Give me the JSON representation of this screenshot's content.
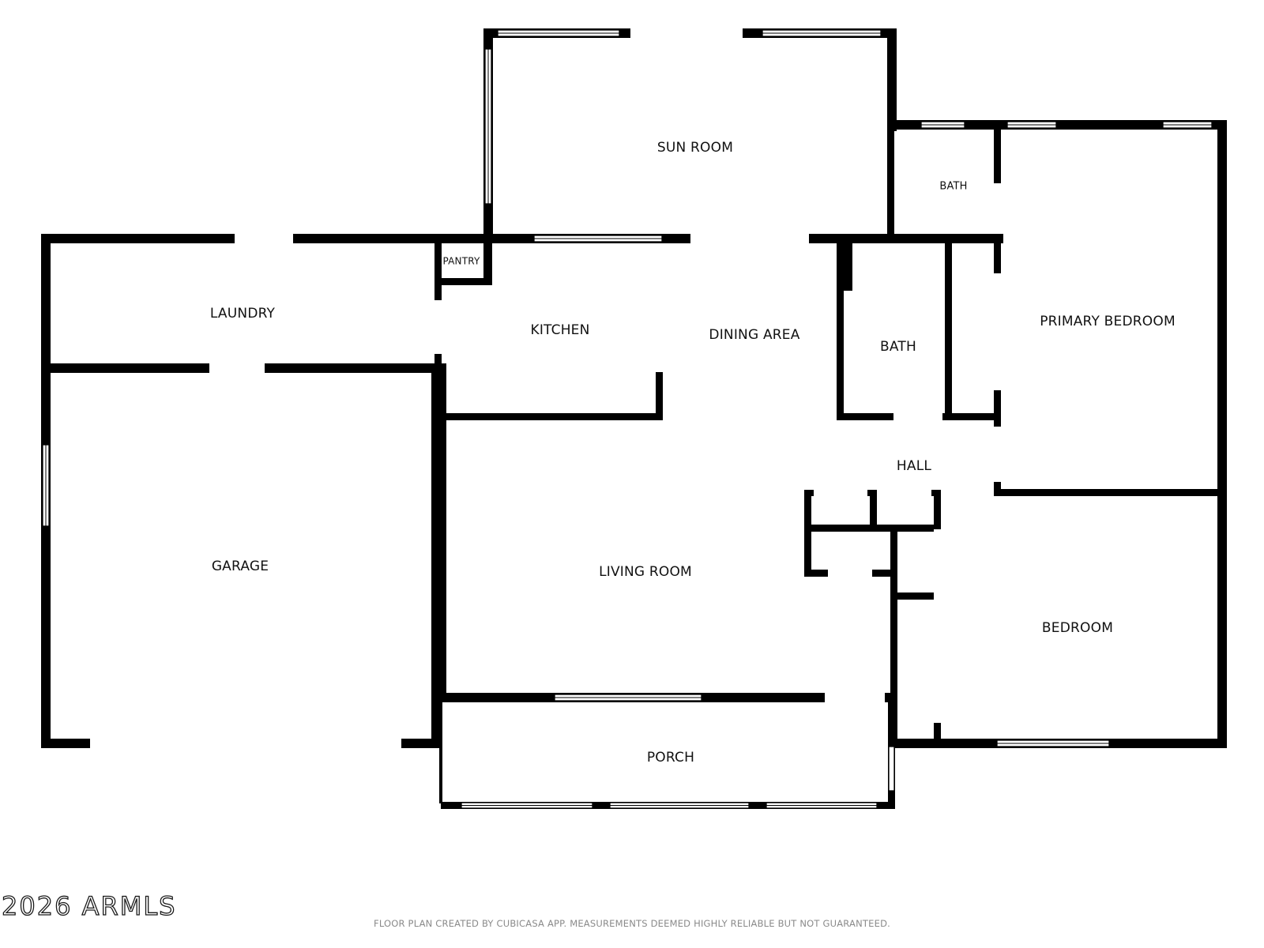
{
  "plan": {
    "rooms": [
      {
        "id": "sun-room",
        "label": "SUN ROOM"
      },
      {
        "id": "bath-upper",
        "label": "BATH"
      },
      {
        "id": "pantry",
        "label": "PANTRY"
      },
      {
        "id": "laundry",
        "label": "LAUNDRY"
      },
      {
        "id": "kitchen",
        "label": "KITCHEN"
      },
      {
        "id": "dining-area",
        "label": "DINING AREA"
      },
      {
        "id": "bath",
        "label": "BATH"
      },
      {
        "id": "primary-bedroom",
        "label": "PRIMARY BEDROOM"
      },
      {
        "id": "hall",
        "label": "HALL"
      },
      {
        "id": "garage",
        "label": "GARAGE"
      },
      {
        "id": "living-room",
        "label": "LIVING ROOM"
      },
      {
        "id": "bedroom",
        "label": "BEDROOM"
      },
      {
        "id": "porch",
        "label": "PORCH"
      }
    ],
    "colors": {
      "wall": "#000000",
      "background": "#ffffff",
      "disclaimer": "#8a8a8a"
    }
  },
  "footer": {
    "watermark": "2026 ARMLS",
    "disclaimer": "FLOOR PLAN CREATED BY CUBICASA APP. MEASUREMENTS DEEMED HIGHLY RELIABLE BUT NOT GUARANTEED."
  }
}
